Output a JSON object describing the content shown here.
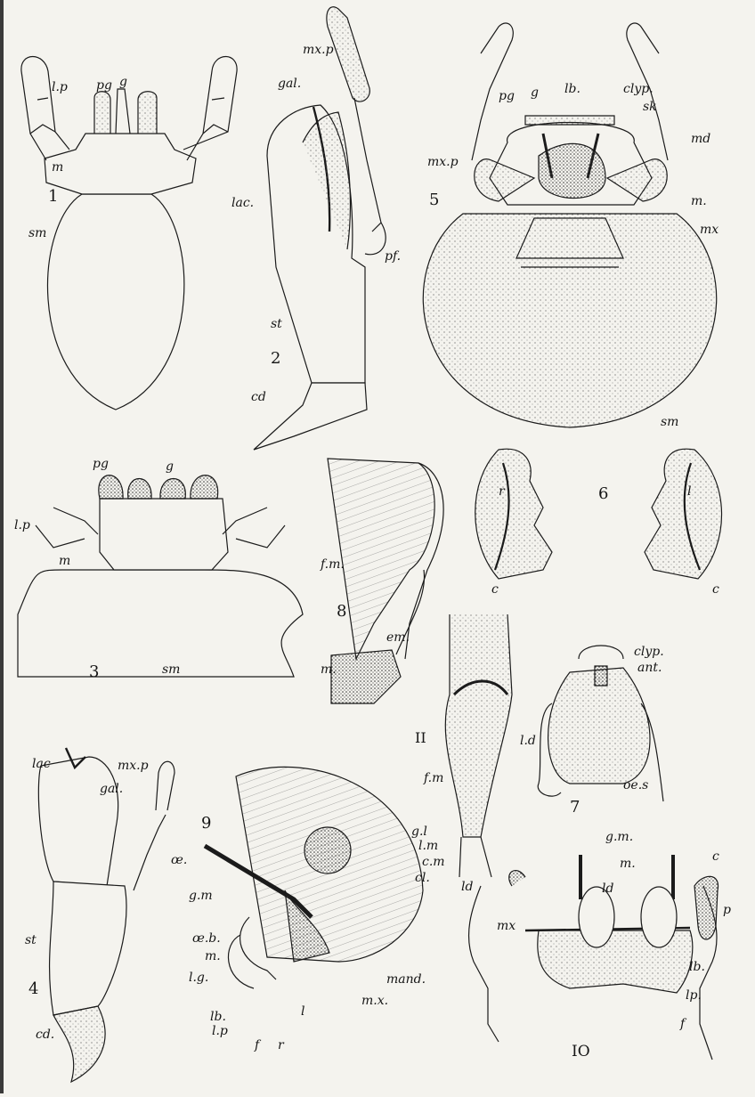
{
  "figures": {
    "f1": {
      "number": "1",
      "labels": {
        "lp": "l.p",
        "pg": "pg",
        "g": "g",
        "m": "m",
        "sm": "sm"
      }
    },
    "f2": {
      "number": "2",
      "labels": {
        "mxp": "mx.p",
        "gal": "gal.",
        "lac": "lac.",
        "pf": "pf.",
        "st": "st",
        "cd": "cd"
      }
    },
    "f3": {
      "number": "3",
      "labels": {
        "pg": "pg",
        "g": "g",
        "lp": "l.p",
        "m": "m",
        "sm": "sm"
      }
    },
    "f4": {
      "number": "4",
      "labels": {
        "lac": "lac",
        "mxp": "mx.p",
        "gal": "gal.",
        "st": "st",
        "cd": "cd."
      }
    },
    "f5": {
      "number": "5",
      "labels": {
        "pg": "pg",
        "g": "g",
        "lb": "lb.",
        "clyp": "clyp.",
        "sk": "sk",
        "md": "md",
        "mxp": "mx.p",
        "m": "m.",
        "mx": "mx",
        "sm": "sm"
      }
    },
    "f6": {
      "number": "6",
      "labels": {
        "r": "r",
        "l": "l",
        "c1": "c",
        "c2": "c"
      }
    },
    "f7": {
      "number": "7",
      "labels": {
        "clyp": "clyp.",
        "ant": "ant.",
        "oes": "oe.s"
      }
    },
    "f8": {
      "number": "8",
      "labels": {
        "fm": "f.m.",
        "em": "em.",
        "m": "m."
      }
    },
    "f9": {
      "number": "9",
      "labels": {
        "fm": "f.m",
        "gl": "g.l",
        "lm": "l.m",
        "cm": "c.m",
        "cl": "cl.",
        "oe": "œ.",
        "gm": "g.m",
        "oeb": "œ.b.",
        "m": "m.",
        "lg": "l.g.",
        "mand": "mand.",
        "mx": "m.x.",
        "lb": "lb.",
        "lp": "l.p",
        "l": "l",
        "f": "f",
        "r": "r"
      }
    },
    "f10": {
      "number": "IO",
      "labels": {
        "gm": "g.m.",
        "m": "m.",
        "c": "c",
        "p": "p",
        "ld": "ld",
        "mx": "mx",
        "lb": "lb.",
        "lp": "lp.",
        "f": "f"
      }
    },
    "f11": {
      "number": "II",
      "labels": {
        "ld": "l.d",
        "ld2": "ld"
      }
    }
  }
}
